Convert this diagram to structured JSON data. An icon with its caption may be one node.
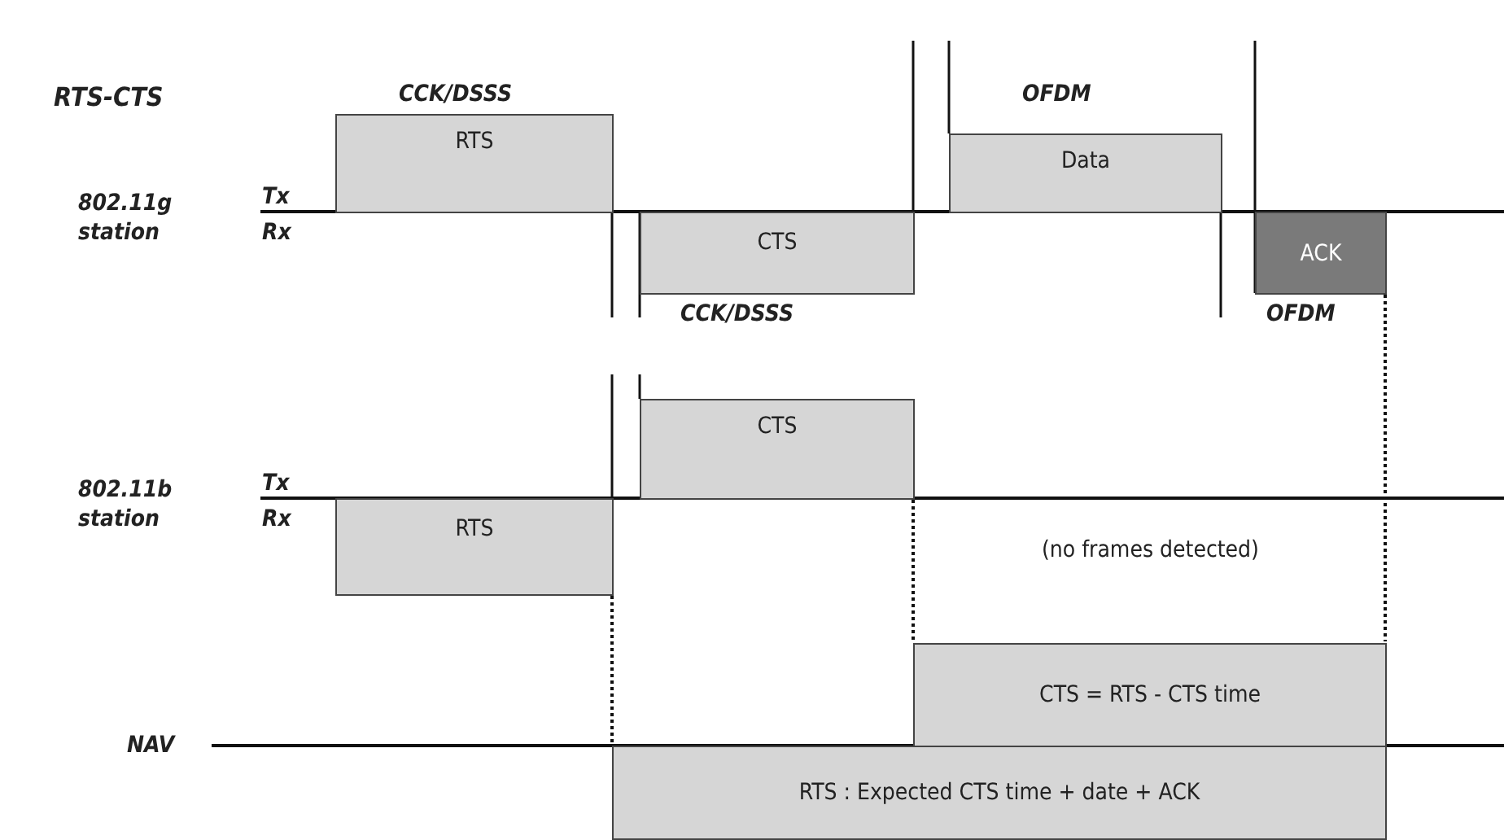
{
  "diagram": {
    "title": "RTS-CTS",
    "nodes": [
      {
        "text": [
          "RTS"
        ],
        "beside": [
          "CCK/DSSS"
        ]
      },
      {
        "text": [
          "Data"
        ],
        "beside": [
          "OFDM"
        ]
      },
      {
        "text": [
          "CTS"
        ],
        "beside": [
          "CCK/DSSS"
        ]
      },
      {
        "text": [
          "ACK"
        ],
        "beside": [
          "OFDM"
        ]
      },
      {
        "text": [
          "CTS"
        ]
      },
      {
        "text": [
          "RTS"
        ]
      },
      {
        "text": [
          "CTS = RTS - CTS time"
        ]
      },
      {
        "text": [
          "RTS : Expected CTS time + date + ACK"
        ]
      }
    ],
    "edges": [],
    "labels": [
      "802.11g station",
      "Tx",
      "Rx",
      "802.11b station",
      "Tx",
      "Rx",
      "(no frames detected)",
      "NAV"
    ]
  }
}
